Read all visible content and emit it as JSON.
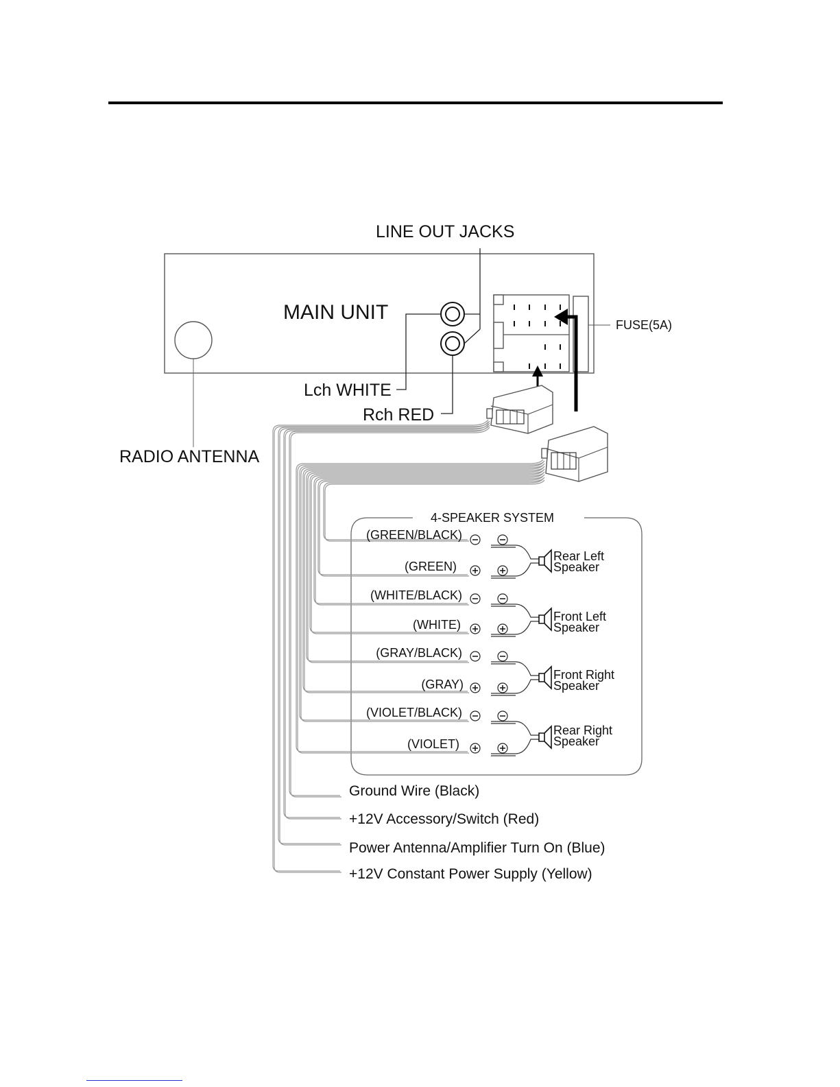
{
  "labels": {
    "line_out_jacks": "LINE OUT JACKS",
    "main_unit": "MAIN UNIT",
    "fuse": "FUSE(5A)",
    "lch_white": "Lch WHITE",
    "rch_red": "Rch RED",
    "radio_antenna": "RADIO ANTENNA",
    "speaker_system": "4-SPEAKER SYSTEM"
  },
  "speakers": [
    {
      "name_line1": "Rear Left",
      "name_line2": "Speaker",
      "neg_wire": "(GREEN/BLACK)",
      "pos_wire": "(GREEN)"
    },
    {
      "name_line1": "Front Left",
      "name_line2": "Speaker",
      "neg_wire": "(WHITE/BLACK)",
      "pos_wire": "(WHITE)"
    },
    {
      "name_line1": "Front Right",
      "name_line2": "Speaker",
      "neg_wire": "(GRAY/BLACK)",
      "pos_wire": "(GRAY)"
    },
    {
      "name_line1": "Rear Right",
      "name_line2": "Speaker",
      "neg_wire": "(VIOLET/BLACK)",
      "pos_wire": "(VIOLET)"
    }
  ],
  "power_wires": [
    "Ground Wire (Black)",
    "+12V Accessory/Switch (Red)",
    "Power Antenna/Amplifier Turn On (Blue)",
    "+12V Constant Power Supply (Yellow)"
  ],
  "terminal_signs": {
    "negative": "−",
    "positive": "+"
  }
}
